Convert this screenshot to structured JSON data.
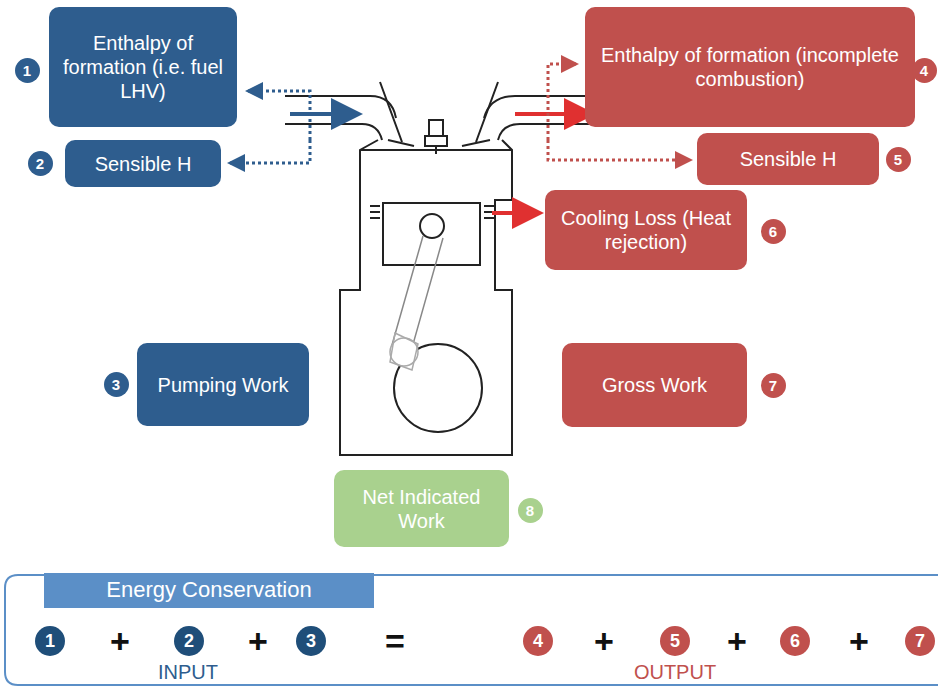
{
  "diagram": {
    "nodes": [
      {
        "text": [
          "Enthalpy of formation (i.e. fuel LHV)"
        ]
      },
      {
        "text": [
          "Enthalpy of formation (incomplete combustion)"
        ]
      },
      {
        "text": [
          "Sensible H"
        ]
      },
      {
        "text": [
          "Sensible H"
        ]
      },
      {
        "text": [
          "Cooling Loss (Heat rejection)"
        ]
      },
      {
        "text": [
          "Pumping Work"
        ]
      },
      {
        "text": [
          "Gross Work"
        ]
      },
      {
        "text": [
          "Net Indicated Work"
        ]
      },
      {
        "text": [
          "Energy Conservation"
        ]
      }
    ],
    "labels": [
      "1",
      "2",
      "4",
      "5",
      "6",
      "3",
      "7",
      "8",
      "1",
      "+",
      "2",
      "+",
      "3",
      "=",
      "4",
      "+",
      "5",
      "+",
      "6",
      "+",
      "7",
      "INPUT",
      "OUTPUT"
    ]
  }
}
